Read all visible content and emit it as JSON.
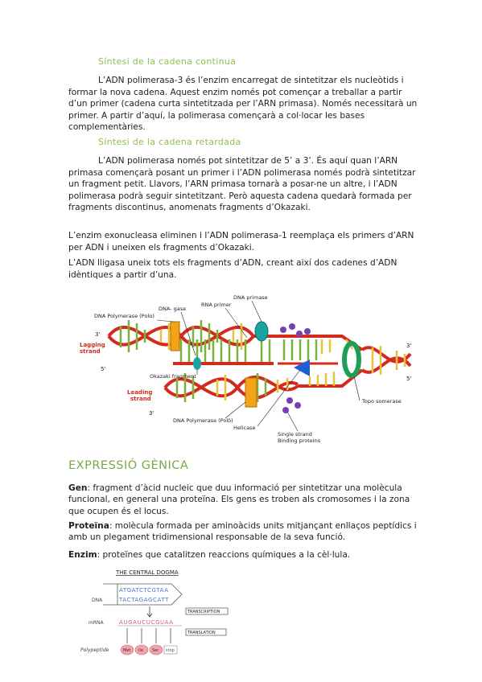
{
  "sections": {
    "continuous": {
      "title": "Síntesi de la cadena continua",
      "paragraph": "L’ADN polimerasa-3 és l’enzim encarregat de sintetitzar els nucleòtids i formar la nova cadena. Aquest enzim només pot començar a treballar a partir d’un primer (cadena curta sintetitzada per l’ARN primasa). Només necessitarà un primer. A partir d’aquí, la polimerasa començarà a col·locar les bases complementàries."
    },
    "lagging": {
      "title": "Síntesi de la cadena retardada",
      "paragraph1": "L’ADN polimerasa només pot sintetitzar de 5’ a 3’. És aquí quan l’ARN primasa començarà posant un primer i l’ADN polimerasa només podrà sintetitzar un fragment petit. Llavors, l’ARN primasa tornarà a posar-ne un altre, i l’ADN polimerasa podrà seguir sintetitzant. Però aquesta cadena quedarà formada per fragments discontinus, anomenats fragments d’Okazaki.",
      "paragraph2": "L’enzim exonucleasa eliminen i l’ADN polimerasa-1 reemplaça els primers d’ARN per ADN i uneixen els fragments d’Okazaki.",
      "paragraph3": "L’ADN lligasa uneix tots els fragments d’ADN, creant així dos cadenes d’ADN idèntiques a partir d’una."
    }
  },
  "figure_replication": {
    "labels": {
      "dna_primase": "DNA primase",
      "rna_primer": "RNA primer",
      "dna_ligase": "DNA- gase",
      "dna_pol_1": "DNA Polymerase (Polα)",
      "three_prime_top": "3'",
      "five_prime_left": "5'",
      "three_prime_right": "3'",
      "five_prime_right": "5'",
      "three_prime_bottom": "3'",
      "lagging_strand": "Lagging strand",
      "okazaki": "Okazaki fragment",
      "leading_strand": "Leading strand",
      "topoisomerase": "Topo somerase",
      "dna_pol_delta": "DNA Polymerase (Polδ)",
      "helicase": "Helicase",
      "ssbp": "Single strand Binding proteins"
    }
  },
  "gene_expression": {
    "title": "EXPRESSIÓ GÈNICA",
    "definitions": [
      {
        "term": "Gen",
        "text": ": fragment d’àcid nucleic que duu informació per sintetitzar una molècula funcional, en general una proteïna. Els gens es troben als cromosomes i la zona que ocupen és el locus."
      },
      {
        "term": "Proteïna",
        "text": ": molècula formada per aminoàcids units mitjançant enllaços peptídics i amb un plegament tridimensional responsable de la seva funció."
      },
      {
        "term": "Enzim",
        "text": ": proteïnes que catalitzen reaccions químiques a la cèl·lula."
      }
    ]
  },
  "figure_dogma": {
    "title": "THE CENTRAL DOGMA",
    "dna_label": "DNA",
    "dna_top": "ATGATCTCGTAA",
    "dna_bottom": "TACTAGAGCATT",
    "transcription": "TRANSCRIPTION",
    "mrna_label": "mRNA",
    "mrna_seq": "AUGAUCUCGUAA",
    "translation": "TRANSLATION",
    "polypeptide_label": "Polypeptide",
    "amino_acids": [
      "Met",
      "Ile",
      "Ser",
      "stop"
    ]
  },
  "colors": {
    "heading_green": "#8fbf55",
    "dna_red": "#d42a1e",
    "base_green": "#7bb23a",
    "base_yellow": "#e8c23a",
    "pol_orange": "#f2a31a",
    "primase_teal": "#1aa3a3",
    "topo_green": "#1f9e5a",
    "ssbp_purple": "#7a3fb0"
  }
}
